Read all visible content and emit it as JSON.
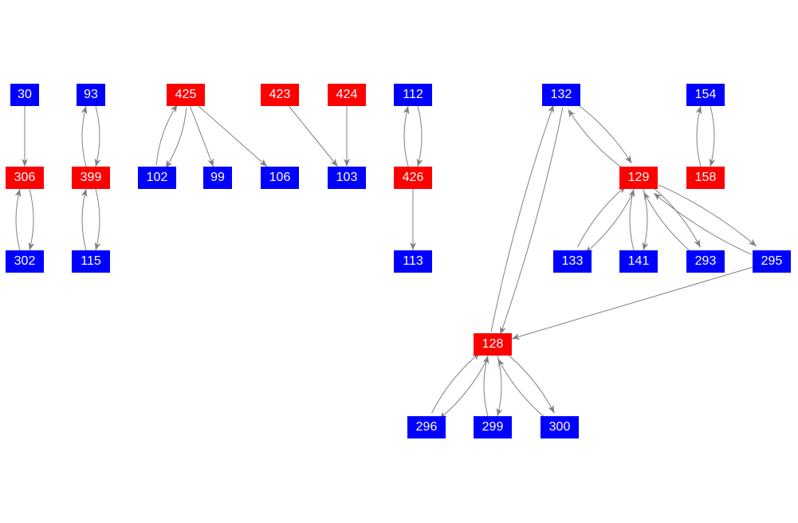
{
  "colors": {
    "red": "#ff0000",
    "blue": "#0000ff",
    "edge": "#808080"
  },
  "nodes": [
    {
      "id": "30",
      "color": "blue"
    },
    {
      "id": "93",
      "color": "blue"
    },
    {
      "id": "425",
      "color": "red"
    },
    {
      "id": "423",
      "color": "red"
    },
    {
      "id": "424",
      "color": "red"
    },
    {
      "id": "112",
      "color": "blue"
    },
    {
      "id": "132",
      "color": "blue"
    },
    {
      "id": "154",
      "color": "blue"
    },
    {
      "id": "306",
      "color": "red"
    },
    {
      "id": "399",
      "color": "red"
    },
    {
      "id": "102",
      "color": "blue"
    },
    {
      "id": "99",
      "color": "blue"
    },
    {
      "id": "106",
      "color": "blue"
    },
    {
      "id": "103",
      "color": "blue"
    },
    {
      "id": "426",
      "color": "red"
    },
    {
      "id": "129",
      "color": "red"
    },
    {
      "id": "158",
      "color": "red"
    },
    {
      "id": "302",
      "color": "blue"
    },
    {
      "id": "115",
      "color": "blue"
    },
    {
      "id": "113",
      "color": "blue"
    },
    {
      "id": "133",
      "color": "blue"
    },
    {
      "id": "141",
      "color": "blue"
    },
    {
      "id": "293",
      "color": "blue"
    },
    {
      "id": "295",
      "color": "blue"
    },
    {
      "id": "128",
      "color": "red"
    },
    {
      "id": "296",
      "color": "blue"
    },
    {
      "id": "299",
      "color": "blue"
    },
    {
      "id": "300",
      "color": "blue"
    }
  ],
  "edges": [
    [
      "30",
      "306"
    ],
    [
      "306",
      "302"
    ],
    [
      "302",
      "306"
    ],
    [
      "93",
      "399"
    ],
    [
      "399",
      "93"
    ],
    [
      "399",
      "115"
    ],
    [
      "115",
      "399"
    ],
    [
      "425",
      "102"
    ],
    [
      "102",
      "425"
    ],
    [
      "425",
      "99"
    ],
    [
      "425",
      "106"
    ],
    [
      "423",
      "103"
    ],
    [
      "424",
      "103"
    ],
    [
      "112",
      "426"
    ],
    [
      "426",
      "112"
    ],
    [
      "426",
      "113"
    ],
    [
      "132",
      "128"
    ],
    [
      "128",
      "132"
    ],
    [
      "132",
      "129"
    ],
    [
      "129",
      "132"
    ],
    [
      "154",
      "158"
    ],
    [
      "158",
      "154"
    ],
    [
      "129",
      "133"
    ],
    [
      "133",
      "129"
    ],
    [
      "129",
      "141"
    ],
    [
      "141",
      "129"
    ],
    [
      "129",
      "293"
    ],
    [
      "293",
      "129"
    ],
    [
      "129",
      "295"
    ],
    [
      "295",
      "129"
    ],
    [
      "295",
      "128"
    ],
    [
      "128",
      "296"
    ],
    [
      "296",
      "128"
    ],
    [
      "128",
      "299"
    ],
    [
      "299",
      "128"
    ],
    [
      "128",
      "300"
    ],
    [
      "300",
      "128"
    ]
  ]
}
